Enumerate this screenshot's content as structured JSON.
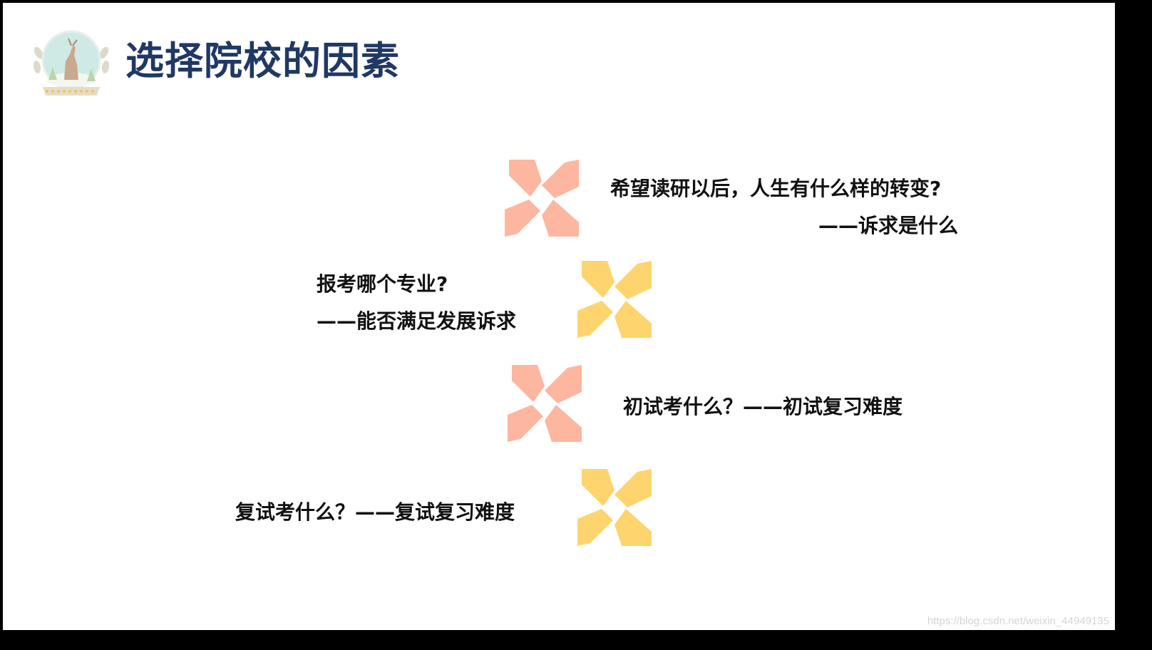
{
  "slide": {
    "title": "选择院校的因素"
  },
  "colors": {
    "title": "#1f3864",
    "pinwheel_salmon": "#fdb6a0",
    "pinwheel_yellow": "#fdd46e",
    "text": "#111111",
    "background": "#ffffff"
  },
  "items": [
    {
      "icon": "pinwheel-icon",
      "color": "salmon",
      "line1": "希望读研以后，人生有什么样的转变?",
      "line2": "——诉求是什么"
    },
    {
      "icon": "pinwheel-icon",
      "color": "yellow",
      "line1": "报考哪个专业?",
      "line2": "——能否满足发展诉求"
    },
    {
      "icon": "pinwheel-icon",
      "color": "salmon",
      "line1": "初试考什么？——初试复习难度"
    },
    {
      "icon": "pinwheel-icon",
      "color": "yellow",
      "line1": "复试考什么？——复试复习难度"
    }
  ],
  "watermark": "https://blog.csdn.net/weixin_44949135"
}
